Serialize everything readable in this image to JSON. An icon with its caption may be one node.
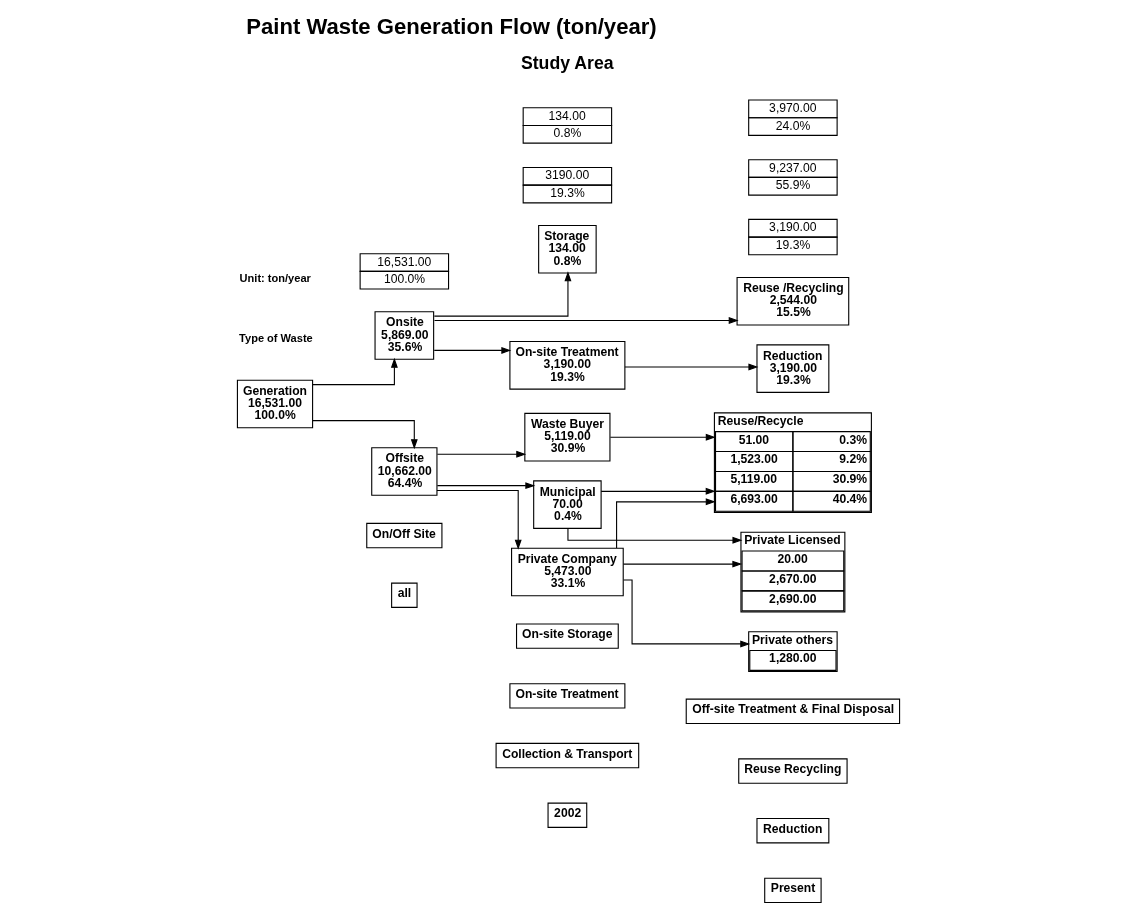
{
  "diagram": {
    "title": "Paint Waste Generation Flow (ton/year)",
    "nodes": [
      {
        "text": [
          "2002"
        ]
      },
      {
        "text": [
          "Present"
        ]
      },
      {
        "text": [
          "all"
        ]
      },
      {
        "text": [
          "On/Off Site"
        ]
      },
      {
        "text": [
          "Collection & Transport"
        ]
      },
      {
        "text": [
          "On-site Treatment"
        ]
      },
      {
        "text": [
          "Reduction"
        ]
      },
      {
        "text": [
          "Reuse Recycling"
        ]
      },
      {
        "text": [
          "On-site Storage"
        ]
      },
      {
        "text": [
          "Off-site Treatment & Final Disposal"
        ]
      },
      {
        "text": [
          "Storage",
          "134.00",
          "0.8%"
        ]
      },
      {
        "text": [
          "Onsite",
          "5,869.00",
          "35.6%"
        ]
      },
      {
        "text": [
          "Reuse /Recycling",
          "2,544.00",
          "15.5%"
        ]
      },
      {
        "text": [
          "On-site Treatment",
          "3,190.00",
          "19.3%"
        ]
      },
      {
        "text": [
          "Reduction",
          "3,190.00",
          "19.3%"
        ]
      },
      {
        "text": [
          "Generation",
          "16,531.00",
          "100.0%"
        ]
      },
      {
        "text": [
          "Municipal",
          "70.00",
          "0.4%"
        ]
      },
      {
        "text": [
          "Private Licensed",
          "20.00",
          "2,670.00",
          "2,690.00"
        ]
      },
      {
        "text": [
          "Offsite",
          "10,662.00",
          "64.4%"
        ]
      },
      {
        "text": [
          "Private Company",
          "5,473.00",
          "33.1%"
        ]
      },
      {
        "text": [
          "Private others",
          "1,280.00"
        ]
      },
      {
        "text": [
          "Waste Buyer",
          "5,119.00",
          "30.9%"
        ]
      },
      {
        "text": [
          "Reuse/Recycle",
          "51.00",
          "0.3%",
          "1,523.00",
          "9.2%",
          "5,119.00",
          "30.9%",
          "6,693.00",
          "40.4%"
        ]
      },
      {
        "text": [
          "3190.00",
          "19.3%"
        ]
      },
      {
        "text": [
          "16,531.00",
          "100.0%"
        ]
      },
      {
        "text": [
          "3,190.00",
          "19.3%"
        ]
      },
      {
        "text": [
          "9,237.00",
          "55.9%"
        ]
      },
      {
        "text": [
          "134.00",
          "0.8%"
        ]
      },
      {
        "text": [
          "3,970.00",
          "24.0%"
        ]
      }
    ],
    "edges": [
      {
        "from": 15,
        "to": 11,
        "arrow": "to"
      },
      {
        "from": 15,
        "to": 18,
        "arrow": "to"
      },
      {
        "from": 11,
        "to": 10,
        "arrow": "to"
      },
      {
        "from": 11,
        "to": 12,
        "arrow": "to"
      },
      {
        "from": 11,
        "to": 13,
        "arrow": "to"
      },
      {
        "from": 13,
        "to": 14,
        "arrow": "to"
      },
      {
        "from": 18,
        "to": 16,
        "arrow": "to"
      },
      {
        "from": 18,
        "to": 19,
        "arrow": "to"
      },
      {
        "from": 18,
        "to": 21,
        "arrow": "to"
      },
      {
        "from": 16,
        "to": 17,
        "arrow": "to"
      },
      {
        "from": 19,
        "to": 17,
        "arrow": "to"
      },
      {
        "from": 19,
        "to": 20,
        "arrow": "to"
      },
      {
        "from": 16,
        "to": 22,
        "arrow": "to"
      },
      {
        "from": 19,
        "to": 22,
        "arrow": "to"
      },
      {
        "from": 21,
        "to": 22,
        "arrow": "to"
      }
    ],
    "labels": [
      "Study Area",
      "Type of Waste",
      "Unit: ton/year"
    ]
  }
}
